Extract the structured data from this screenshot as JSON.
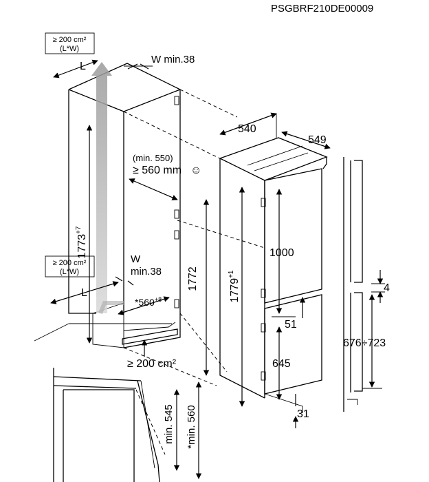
{
  "document_code": "PSGBRF210DE00009",
  "ventilation_top": {
    "line1": "≥ 200 cm²",
    "line2": "(L*W)"
  },
  "ventilation_bottom": {
    "line1": "≥ 200 cm²",
    "line2": "(L*W)"
  },
  "label_L": "L",
  "label_W_min_top": "W min.38",
  "label_W": "W",
  "label_W_min_bottom": "min.38",
  "depth_540": "540",
  "depth_549": "549",
  "door_clearance_min": "(min. 550)",
  "door_clearance": "≥ 560 mm",
  "smiley": "☺",
  "niche_height": "1773",
  "niche_height_tol": "+7",
  "appliance_height_front": "1772",
  "appliance_height": "1779",
  "appliance_height_tol": "+1",
  "upper_door": "1000",
  "gap_51": "51",
  "lower_door": "645",
  "gap_31": "31",
  "niche_depth": "*560",
  "niche_depth_tol": "+8",
  "bottom_vent": "≥ 200 cm²",
  "side_gap_4": "4",
  "door_range": "676÷723",
  "min_545": "min. 545",
  "min_560": "*min. 560"
}
